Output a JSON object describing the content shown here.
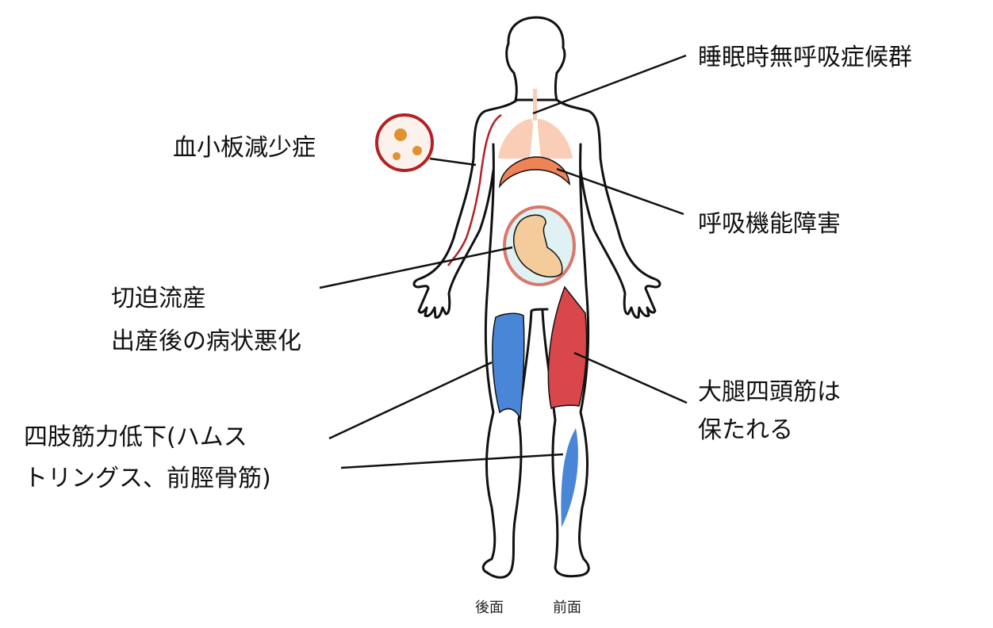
{
  "labels": {
    "sleep_apnea": "睡眠時無呼吸症候群",
    "thrombocytopenia": "血小板減少症",
    "respiratory": "呼吸機能障害",
    "miscarriage_1": "切迫流産",
    "miscarriage_2": "出産後の病状悪化",
    "weakness_1": "四肢筋力低下(ハムス",
    "weakness_2": "トリングス、前脛骨筋)",
    "quadriceps_1": "大腿四頭筋は",
    "quadriceps_2": "保たれる"
  },
  "captions": {
    "back": "後面",
    "front": "前面"
  },
  "colors": {
    "weak_muscle": "#4a86d8",
    "preserved_muscle": "#d9474a",
    "lungs": "#f9cdb6",
    "diaphragm": "#ee8358",
    "platelet": "#e0922e",
    "circle_border": "#b22225"
  }
}
